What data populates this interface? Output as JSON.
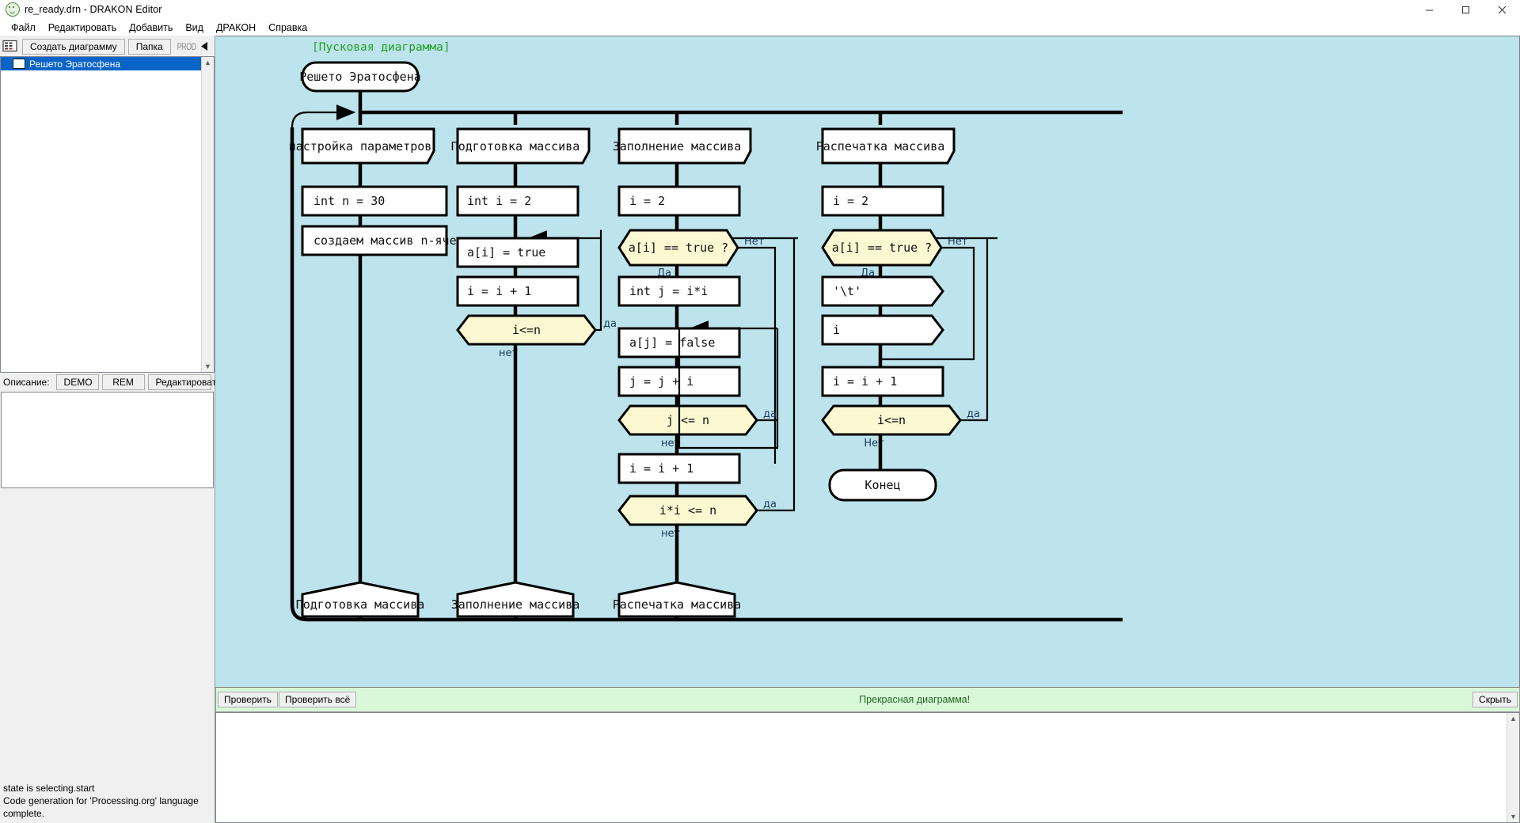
{
  "window": {
    "title": "re_ready.drn - DRAKON Editor",
    "app_icon": "drakon-app-icon",
    "controls": {
      "minimize": "minimize-icon",
      "maximize": "maximize-icon",
      "close": "close-icon"
    }
  },
  "menubar": {
    "items": [
      {
        "label": "Файл"
      },
      {
        "label": "Редактировать"
      },
      {
        "label": "Добавить"
      },
      {
        "label": "Вид"
      },
      {
        "label": "ДРАКОН"
      },
      {
        "label": "Справка"
      }
    ]
  },
  "left_panel": {
    "toolbar": {
      "grid_icon": "grid-icon",
      "new_diagram_label": "Создать диаграмму",
      "folder_label": "Папка",
      "prod_label": "PROD",
      "prev_icon": "triangle-left-icon",
      "next_icon": "triangle-right-icon"
    },
    "tree": {
      "items": [
        {
          "label": "Решето Эратосфена",
          "selected": true,
          "icon": "folder-icon"
        }
      ]
    },
    "description": {
      "label": "Описание:",
      "demo_label": "DEMO",
      "rem_label": "REM",
      "edit_label": "Редактировать...",
      "text": ""
    },
    "status": {
      "line1": "state is selecting.start",
      "line2": "Code generation for 'Processing.org' language complete."
    }
  },
  "validation_bar": {
    "check_label": "Проверить",
    "check_all_label": "Проверить всё",
    "message": "Прекрасная диаграмма!",
    "hide_label": "Скрыть",
    "message_color": "#1f6b1f",
    "background": "#d9f7d9"
  },
  "log": {
    "text": ""
  },
  "canvas": {
    "background": "#bde3ec",
    "title_tag": "[Пусковая диаграмма]",
    "title_tag_color": "#21a021",
    "start_node": "Решето Эратосфена",
    "end_node": "Конец",
    "decision_fill": "#fbf8d2",
    "node_fill": "#ffffff",
    "branches": [
      {
        "header": "настройка параметров",
        "footer": "Подготовка массива",
        "nodes": [
          "int n = 30",
          "создаем массив n-ячеек"
        ]
      },
      {
        "header": "Подготовка массива",
        "footer": "Заполнение массива",
        "nodes": [
          "int i = 2",
          "a[i] = true",
          "i = i + 1"
        ],
        "loop_decision": "i<=n",
        "loop_yes": "да",
        "loop_no": "нет"
      },
      {
        "header": "Заполнение массива",
        "footer": "Распечатка массива",
        "nodes": [
          "i = 2",
          "int j = i*i",
          "a[j] = false",
          "j = j + i",
          "i = i + 1"
        ],
        "decisions": [
          {
            "text": "a[i] == true ?",
            "yes": "Да",
            "no": "Нет"
          },
          {
            "text": "j <= n",
            "yes": "да",
            "no": "нет"
          },
          {
            "text": "i*i <= n",
            "yes": "да",
            "no": "нет"
          }
        ]
      },
      {
        "header": "Распечатка массива",
        "footer": "",
        "nodes": [
          "i = 2",
          "i = i + 1"
        ],
        "outputs": [
          "'\\t'",
          "i"
        ],
        "decisions": [
          {
            "text": "a[i] == true ?",
            "yes": "Да",
            "no": "Нет"
          },
          {
            "text": "i<=n",
            "yes": "да",
            "no": "Нет"
          }
        ]
      }
    ]
  },
  "diagram_text": {
    "t_title_tag": "[Пусковая диаграмма]",
    "t_start": "Решето Эратосфена",
    "b1_header": "настройка параметров",
    "b1_n1": "int n = 30",
    "b1_n2": "создаем массив n-ячеек",
    "b1_footer": "Подготовка массива",
    "b2_header": "Подготовка массива",
    "b2_n1": "int i = 2",
    "b2_n2": "a[i] = true",
    "b2_n3": "i = i + 1",
    "b2_dec": "i<=n",
    "b2_dec_yes": "да",
    "b2_dec_no": "нет",
    "b2_footer": "Заполнение массива",
    "b3_header": "Заполнение массива",
    "b3_n1": "i = 2",
    "b3_d1": "a[i] == true ?",
    "b3_d1_yes": "Да",
    "b3_d1_no": "Нет",
    "b3_n2": "int j = i*i",
    "b3_n3": "a[j] = false",
    "b3_n4": "j = j + i",
    "b3_d2": "j <= n",
    "b3_d2_yes": "да",
    "b3_d2_no": "нет",
    "b3_n5": "i = i + 1",
    "b3_d3": "i*i <= n",
    "b3_d3_yes": "да",
    "b3_d3_no": "нет",
    "b3_footer": "Распечатка массива",
    "b4_header": "Распечатка массива",
    "b4_n1": "i = 2",
    "b4_d1": "a[i] == true ?",
    "b4_d1_yes": "Да",
    "b4_d1_no": "Нет",
    "b4_o1": "'\\t'",
    "b4_o2": "i",
    "b4_n2": "i = i + 1",
    "b4_d2": "i<=n",
    "b4_d2_yes": "да",
    "b4_d2_no": "Нет",
    "t_end": "Конец"
  }
}
